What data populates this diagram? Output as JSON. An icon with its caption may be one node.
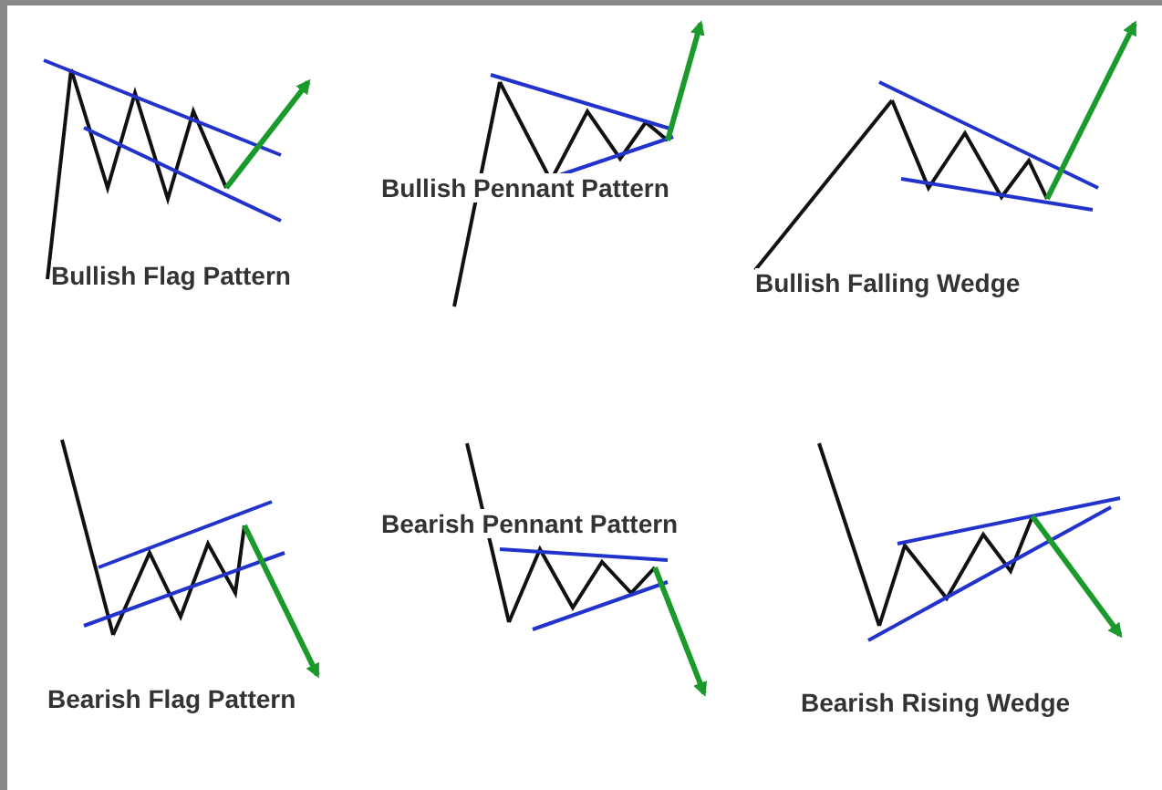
{
  "diagram": {
    "labels": [
      "Bullish Flag Pattern",
      "Bullish Pennant Pattern",
      "Bullish Falling Wedge",
      "Bearish Flag Pattern",
      "Bearish Pennant Pattern",
      "Bearish Rising Wedge"
    ]
  }
}
